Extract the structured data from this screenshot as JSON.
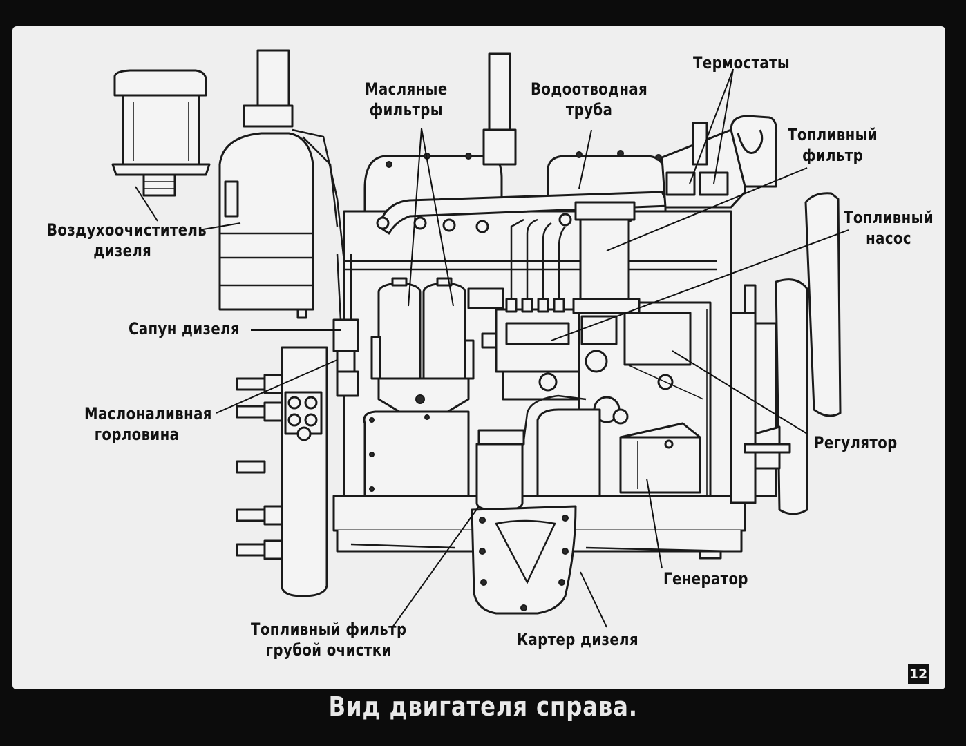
{
  "caption": "Вид двигателя справа.",
  "slide_number": "12",
  "labels": {
    "air_cleaner": [
      "Воздухоочиститель",
      "дизеля"
    ],
    "oil_filters": [
      "Масляные",
      "фильтры"
    ],
    "water_pipe": [
      "Водоотводная",
      "труба"
    ],
    "thermostats": "Термостаты",
    "fuel_filter": [
      "Топливный",
      "фильтр"
    ],
    "fuel_pump": [
      "Топливный",
      "насос"
    ],
    "breather": "Сапун дизеля",
    "oil_filler": [
      "Маслоналивная",
      "горловина"
    ],
    "governor": "Регулятор",
    "generator": "Генератор",
    "coarse_fuel_filter": [
      "Топливный фильтр",
      "грубой очистки"
    ],
    "crankcase": "Картер дизеля"
  }
}
